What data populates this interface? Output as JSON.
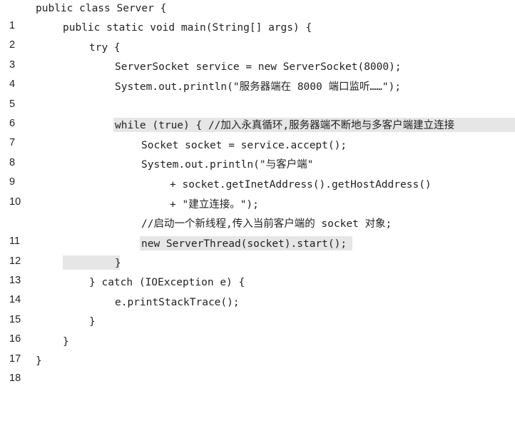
{
  "lines": [
    {
      "num": "1",
      "text": "public class Server {"
    },
    {
      "num": "2",
      "text": "public static void main(String[] args) {"
    },
    {
      "num": "3",
      "text": "try {"
    },
    {
      "num": "4",
      "text": "ServerSocket service = new ServerSocket(8000);"
    },
    {
      "num": "5",
      "text": "System.out.println(\"服务器端在 8000 端口监听……\");"
    },
    {
      "num": "6",
      "text": ""
    },
    {
      "num": "7",
      "text": "while (true) { //加入永真循环,服务器端不断地与多客户端建立连接"
    },
    {
      "num": "8",
      "text": "Socket socket = service.accept();"
    },
    {
      "num": "9",
      "text": "System.out.println(\"与客户端\""
    },
    {
      "num": "10",
      "text": "+ socket.getInetAddress().getHostAddress()"
    },
    {
      "num": "",
      "text": "+ \"建立连接。\");"
    },
    {
      "num": "11",
      "text": "//启动一个新线程,传入当前客户端的 socket 对象;"
    },
    {
      "num": "12",
      "text": "new ServerThread(socket).start();"
    },
    {
      "num": "13",
      "text": "}"
    },
    {
      "num": "14",
      "text": "} catch (IOException e) {"
    },
    {
      "num": "15",
      "text": "e.printStackTrace();"
    },
    {
      "num": "16",
      "text": "}"
    },
    {
      "num": "17",
      "text": "}"
    },
    {
      "num": "18",
      "text": "}"
    }
  ]
}
